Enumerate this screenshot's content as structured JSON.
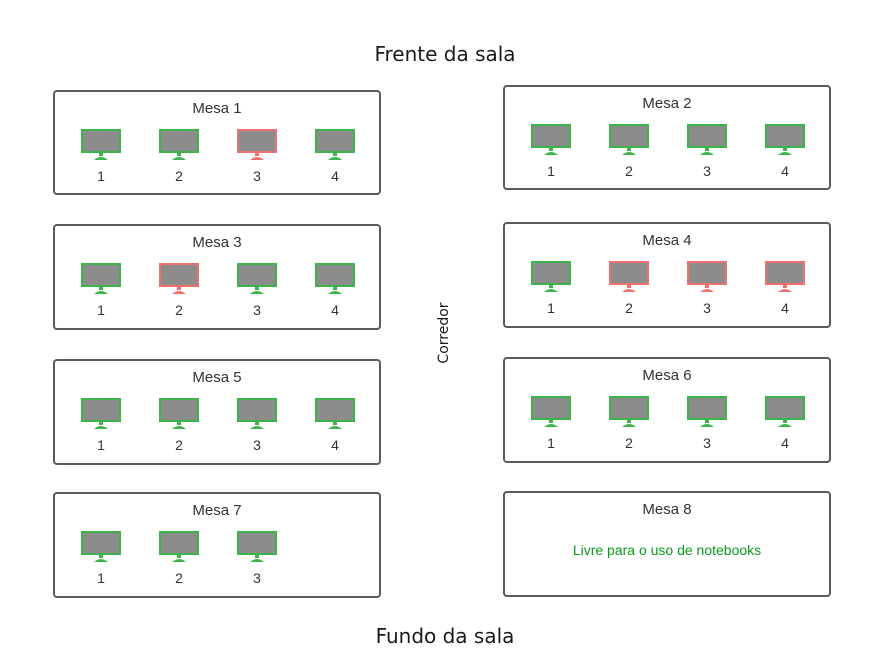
{
  "room": {
    "front_label": "Frente da sala",
    "back_label": "Fundo da sala",
    "corridor_label": "Corredor"
  },
  "colors": {
    "available": "#3cb44b",
    "unavailable": "#f07070",
    "screen": "#8c8c8c",
    "note": "#0a9a1e"
  },
  "tables": [
    {
      "title": "Mesa 1",
      "stations": [
        {
          "number": "1",
          "status": "available"
        },
        {
          "number": "2",
          "status": "available"
        },
        {
          "number": "3",
          "status": "unavailable"
        },
        {
          "number": "4",
          "status": "available"
        }
      ]
    },
    {
      "title": "Mesa 2",
      "stations": [
        {
          "number": "1",
          "status": "available"
        },
        {
          "number": "2",
          "status": "available"
        },
        {
          "number": "3",
          "status": "available"
        },
        {
          "number": "4",
          "status": "available"
        }
      ]
    },
    {
      "title": "Mesa 3",
      "stations": [
        {
          "number": "1",
          "status": "available"
        },
        {
          "number": "2",
          "status": "unavailable"
        },
        {
          "number": "3",
          "status": "available"
        },
        {
          "number": "4",
          "status": "available"
        }
      ]
    },
    {
      "title": "Mesa 4",
      "stations": [
        {
          "number": "1",
          "status": "available"
        },
        {
          "number": "2",
          "status": "unavailable"
        },
        {
          "number": "3",
          "status": "unavailable"
        },
        {
          "number": "4",
          "status": "unavailable"
        }
      ]
    },
    {
      "title": "Mesa 5",
      "stations": [
        {
          "number": "1",
          "status": "available"
        },
        {
          "number": "2",
          "status": "available"
        },
        {
          "number": "3",
          "status": "available"
        },
        {
          "number": "4",
          "status": "available"
        }
      ]
    },
    {
      "title": "Mesa 6",
      "stations": [
        {
          "number": "1",
          "status": "available"
        },
        {
          "number": "2",
          "status": "available"
        },
        {
          "number": "3",
          "status": "available"
        },
        {
          "number": "4",
          "status": "available"
        }
      ]
    },
    {
      "title": "Mesa 7",
      "stations": [
        {
          "number": "1",
          "status": "available"
        },
        {
          "number": "2",
          "status": "available"
        },
        {
          "number": "3",
          "status": "available"
        }
      ]
    },
    {
      "title": "Mesa 8",
      "stations": [],
      "note": "Livre para o uso de notebooks"
    }
  ]
}
